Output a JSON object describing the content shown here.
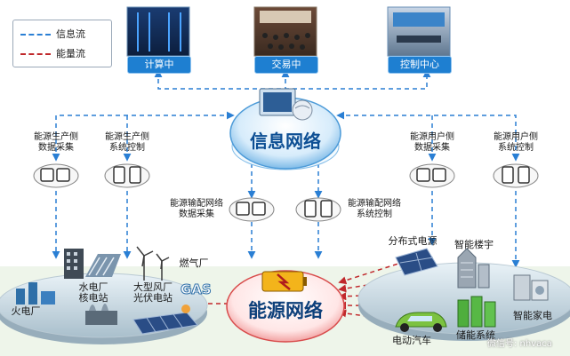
{
  "legend": {
    "info_flow": "信息流",
    "energy_flow": "能量流",
    "info_color": "#2a7fd4",
    "energy_color": "#c0282b"
  },
  "top_nodes": {
    "computing": "计算中",
    "trading": "交易中",
    "control": "控制中心"
  },
  "hubs": {
    "info": "信息网络",
    "energy": "能源网络"
  },
  "collectors": {
    "prod_data": [
      "能源生产侧",
      "数据采集"
    ],
    "prod_ctrl": [
      "能源生产侧",
      "系统控制"
    ],
    "user_data": [
      "能源用户侧",
      "数据采集"
    ],
    "user_ctrl": [
      "能源用户侧",
      "系统控制"
    ],
    "trans_data": [
      "能源输配网络",
      "数据采集"
    ],
    "trans_ctrl": [
      "能源输配网络",
      "系统控制"
    ]
  },
  "supply": {
    "hydro": [
      "水电厂",
      "核电站"
    ],
    "wind": [
      "大型风厂",
      "光伏电站"
    ],
    "gas": "燃气厂",
    "thermal": "火电厂"
  },
  "demand": {
    "distributed": "分布式电源",
    "building": "智能楼宇",
    "appliance": "智能家电",
    "ev": "电动汽车",
    "storage": "储能系统"
  },
  "watermark": "微信号: nhvaca"
}
